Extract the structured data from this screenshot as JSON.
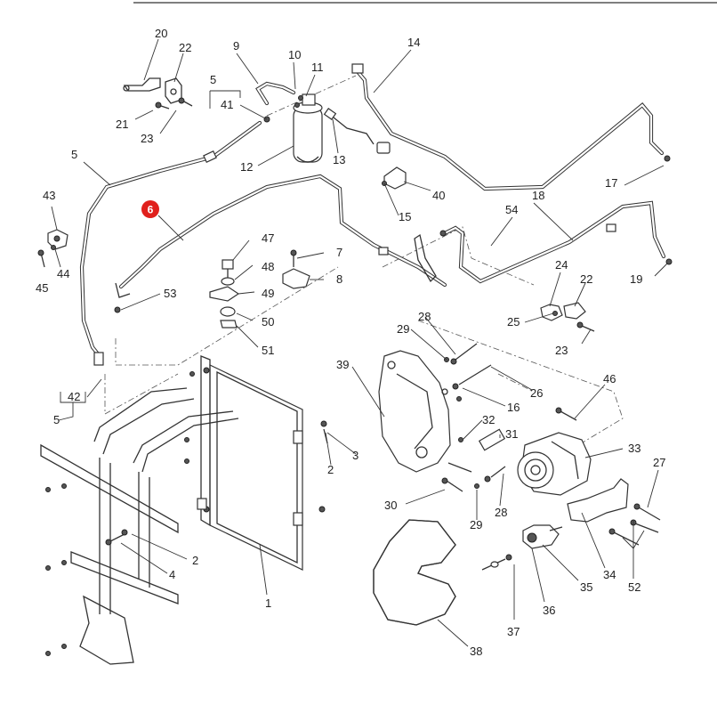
{
  "diagram": {
    "callouts": [
      {
        "id": "c20",
        "text": "20"
      },
      {
        "id": "c22a",
        "text": "22"
      },
      {
        "id": "c21",
        "text": "21"
      },
      {
        "id": "c23a",
        "text": "23"
      },
      {
        "id": "c9",
        "text": "9"
      },
      {
        "id": "c10",
        "text": "10"
      },
      {
        "id": "c11",
        "text": "11"
      },
      {
        "id": "c14",
        "text": "14"
      },
      {
        "id": "c5a",
        "text": "5"
      },
      {
        "id": "c41",
        "text": "41"
      },
      {
        "id": "c12",
        "text": "12"
      },
      {
        "id": "c13",
        "text": "13"
      },
      {
        "id": "c5b",
        "text": "5"
      },
      {
        "id": "c17",
        "text": "17"
      },
      {
        "id": "c40",
        "text": "40"
      },
      {
        "id": "c15",
        "text": "15"
      },
      {
        "id": "c43",
        "text": "43"
      },
      {
        "id": "c44",
        "text": "44"
      },
      {
        "id": "c45",
        "text": "45"
      },
      {
        "id": "c18",
        "text": "18"
      },
      {
        "id": "c54",
        "text": "54"
      },
      {
        "id": "c47",
        "text": "47"
      },
      {
        "id": "c7",
        "text": "7"
      },
      {
        "id": "c48",
        "text": "48"
      },
      {
        "id": "c8",
        "text": "8"
      },
      {
        "id": "c53",
        "text": "53"
      },
      {
        "id": "c49",
        "text": "49"
      },
      {
        "id": "c50",
        "text": "50"
      },
      {
        "id": "c51",
        "text": "51"
      },
      {
        "id": "c24",
        "text": "24"
      },
      {
        "id": "c22b",
        "text": "22"
      },
      {
        "id": "c19",
        "text": "19"
      },
      {
        "id": "c25",
        "text": "25"
      },
      {
        "id": "c23b",
        "text": "23"
      },
      {
        "id": "c28a",
        "text": "28"
      },
      {
        "id": "c29a",
        "text": "29"
      },
      {
        "id": "c39",
        "text": "39"
      },
      {
        "id": "c26",
        "text": "26"
      },
      {
        "id": "c16",
        "text": "16"
      },
      {
        "id": "c46",
        "text": "46"
      },
      {
        "id": "c42",
        "text": "42"
      },
      {
        "id": "c5c",
        "text": "5"
      },
      {
        "id": "c32",
        "text": "32"
      },
      {
        "id": "c31",
        "text": "31"
      },
      {
        "id": "c33",
        "text": "33"
      },
      {
        "id": "c3",
        "text": "3"
      },
      {
        "id": "c2a",
        "text": "2"
      },
      {
        "id": "c27",
        "text": "27"
      },
      {
        "id": "c30",
        "text": "30"
      },
      {
        "id": "c28b",
        "text": "28"
      },
      {
        "id": "c29b",
        "text": "29"
      },
      {
        "id": "c2b",
        "text": "2"
      },
      {
        "id": "c4",
        "text": "4"
      },
      {
        "id": "c34",
        "text": "34"
      },
      {
        "id": "c52",
        "text": "52"
      },
      {
        "id": "c35",
        "text": "35"
      },
      {
        "id": "c1",
        "text": "1"
      },
      {
        "id": "c36",
        "text": "36"
      },
      {
        "id": "c37",
        "text": "37"
      },
      {
        "id": "c38",
        "text": "38"
      }
    ],
    "highlight": {
      "text": "6",
      "color": "#e0201c"
    },
    "colors": {
      "line": "#333333",
      "background": "#ffffff"
    }
  }
}
